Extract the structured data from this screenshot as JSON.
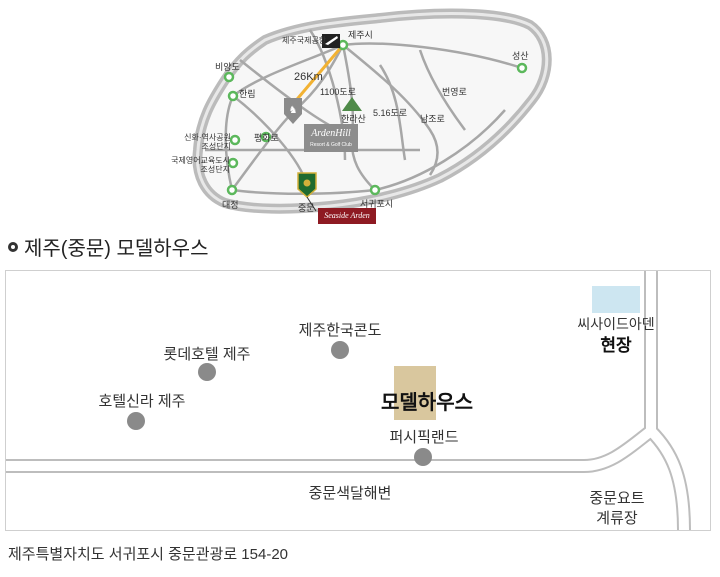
{
  "island_map": {
    "places": {
      "airport": "제주국제공항",
      "jeju_city": "제주시",
      "seongsan": "성산",
      "biyangdo": "비양도",
      "hallim": "한림",
      "road_1100": "1100도로",
      "hallasan": "한라산",
      "road_516": "5.16도로",
      "beonyeong": "번영로",
      "namjo": "남조로",
      "pyeonghwa": "평화로",
      "heritage": "신화·역사공원 조성단지",
      "english_edu": "국제영어교육도시 조성단지",
      "daejeong": "대정",
      "jungmun": "중문",
      "seogwipo": "서귀포시",
      "distance": "26Km"
    },
    "logos": {
      "arden_hill": "ArdenHill",
      "arden_hill_sub": "Resort & Golf Club",
      "seaside": "Seaside Arden"
    }
  },
  "section_title": "제주(중문) 모델하우스",
  "local_map": {
    "poi": {
      "kondo": "제주한국콘도",
      "lotte": "롯데호텔 제주",
      "shilla": "호텔신라 제주",
      "pacific": "퍼시픽랜드",
      "beach": "중문색달해변",
      "yacht_1": "중문요트",
      "yacht_2": "계류장"
    },
    "model_house": "모델하우스",
    "site_name": "씨사이드아덴",
    "site_sub": "현장"
  },
  "address": "제주특별자치도 서귀포시 중문관광로 154-20",
  "colors": {
    "road_gray": "#a9a9a9",
    "green_node": "#5cb85c",
    "yellow_route": "#f2b233",
    "model_house": "#d9c79e",
    "site": "#cde6f1"
  }
}
